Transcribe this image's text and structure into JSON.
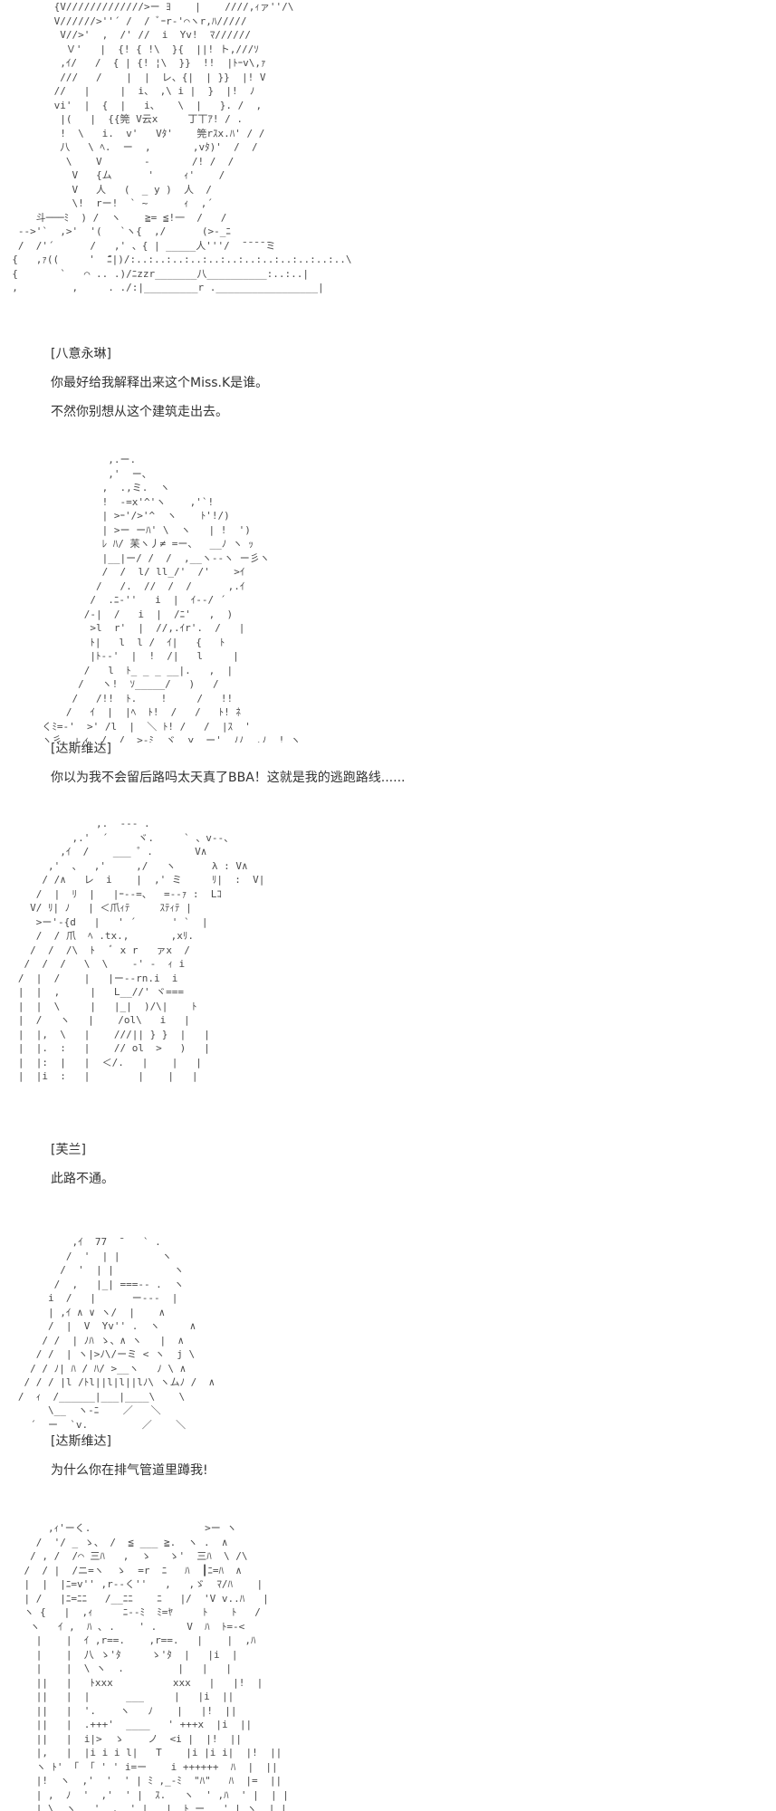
{
  "panels": [
    {
      "art_name": "ascii-art-yagokoro-eirin",
      "art": "         {V/////////////>ー ﾖ    |    ////,ｨァ''/\\\n         V//////>''´ /  / ﾞｰr-'⌒ヽr,ﾊ/////\n          V//>'  ,  /' //  i  Yv!  ﾏ//////\n           Ｖ'   |  {! { !\\  }{  ||! ト,///ｿ\n          ,ｲ/   /  { | {! ¦\\  }}  !!  |ﾄｰv\\,ｧ\n          ///   /    |  |  レ、{|  | }}  |! V\n         //   |     |  i、 ,\\ i |  }  |!  ﾉ\n         vi'  |  {  |   i、   \\  |   }. /  ,\n          |(   |  {{筦 V云x     丁丅ｱ! / .\n          !  \\   i.  v'   Vﾀ'    筦rｽx.ﾊ' / /\n          八   \\ ﾍ.  ー  ,       ,vﾀ)'  /  /\n           \\    V       -       /! /  /\n            V   {ム      '     ｨ'    /\n            V   人   (  _ y )  人  /\n            \\!  rー!  ` ~      ｨ  ,´\n      斗───ﾐ  ) /  ヽ    ≧= ≦!一  /   /\n   -‐>'`  ,>'  '(   `ヽ{  ,/      (>-_ﾆ\n   /  /'´      /   ,' 、{ | _____人'''/  ̄ ̄ ̄ ̄ ̄ミ\n  {   ,ｧ((     '  ̄ﾆ|)/:..:..:..:..:..:..:..:..:..:..:..:..\\\n  {       `   ⌒ .. .)/ﾆzzr_______八__________:..:..|\n  ,         ,     . ./:|_________r ._________________|",
      "speaker": "[八意永琳]",
      "lines": [
        "你最好给我解释出来这个Miss.K是谁。",
        "不然你别想从这个建筑走出去。"
      ]
    },
    {
      "art_name": "ascii-art-dasweida-1",
      "art": "                  ,.ー.\n                  ,'  ー、\n                 ,  .,ミ.  ヽ\n                 !  -=x'^'ヽ    ,'`!\n                 | >ｰ'/>'^  ヽ    ﾄ'!/)\n                 | >ー ーﾊ' \\  ヽ   | !  ')\n                 ﾚ ﾊ/ 苿ヽ丿≠ =ー、  __ﾉ ヽ ｯ\n                 |__|ー/ /  /  ,__ヽ--ヽ ー彡ヽ\n                 /  /  l/ ll_/'  /'    >ｲ\n                /   /.  //  /  /      ,.ｲ\n               /  .ﾆ-''   i  |  ｲ--/ ´\n              /-|  /   i  |  /ﾆ'   ,  )\n               >l  r'  |  //,.ｲr'.  /   |\n               ﾄ|   l  l /  ｲ|   {   ﾄ\n               |ﾄ--'  |  !  /|   l     |\n              /   l  ﾄ_ _ _ __|.   ,  |\n             /   ヽ!  ｿ_____/   )   /\n            /   /!!  ﾄ.    !     /   !!\n           /   ｲ  |  |ﾍ  ﾄ!  /   /   ﾄ! ﾈ\n       くﾐ=-'  >' /l  |  ＼ ﾄ! /   /  |ｽ  '\n       ヽ彡 ,」ｨ  /  /  >-ﾐ  ヾ  y  ー'  ﾉﾉ  ,ﾉ  ! ヽ",
      "speaker": "[达斯维达]",
      "lines": [
        "你以为我不会留后路吗太天真了BBA！这就是我的逃跑路线......"
      ]
    },
    {
      "art_name": "ascii-art-flandre",
      "art": "                ,.  --- .\n            ,.'  ´     ヾ.     ` 、v--、\n          ,ｲ  /    ___ ゜.       V∧\n        ,'  、  ,'     ,/   ヽ      λ : V∧\n       / /∧   レ  i    |  ,' ミ     ﾘ|  :  V|\n      /  |  ﾘ  |   |ｰ--=、  =--ｧ :  Lｺ\n     V/ ﾘ| ﾉ   | ＜爪ｨﾃ     ｽﾃｨﾃ |\n      >ー'-{d   |   ' ´      ' `  |\n      /  / 爪  ﾍ .tx.,       ,xﾘ.\n     /  /  /\\  ﾄ   ﾞ x r   ァx  /\n    /  /  /   \\  \\    -' -  ｨ i\n   /  |  /    |   |ー--rn.i  i\n   |  |  ,     |   L__//' ヾ===\n   |  |  \\     |   |_|  )/\\|    ﾄ\n   |  /   ヽ   |    /ol\\   i   |\n   |  |,  \\   |    ///|| } }  |   |\n   |  |.  :   |    // ol  >   )   |\n   |  |:  |   |  ＜/.   |    |   |\n   |  |i  :   |        |    |   |",
      "speaker": "[芙兰]",
      "lines": [
        "此路不通。"
      ]
    },
    {
      "art_name": "ascii-art-dasweida-2",
      "art": "            ,ｲ  77  ̄    ` .\n           /  '  | |       ヽ\n          /  '  | |          ヽ\n         /  ,   |_| ===-- .  ヽ\n        i  /   |      ー---  |\n        | ,ｲ ∧ ∨ ヽ/  |    ∧\n        /  |  V  Yv'' .  ヽ     ∧\n       / /  | ﾉﾊ ゝ、∧ ヽ   |  ∧\n      / /  | ヽ|>ﾉ\\/ーミ < ヽ  j \\\n     / / ﾉ| ﾊ / ﾊ/ >__ヽ   ﾉ \\ ∧\n    / / / |l /ﾄl||l|l||lﾉ\\ ヽムﾉ /  ∧\n   /  ｨ  /______|___|____\\    \\\n        \\__  ヽ-ﾆ    ／   ＼\n     ´  ー  `v.         ／    ＼",
      "speaker": "[达斯维达]",
      "lines": [
        "为什么你在排气管道里蹲我!"
      ]
    },
    {
      "art_name": "ascii-art-last",
      "art": "        ,ｨ'ーく.                   >ー ヽ\n      /  '/ _ ゝ、 /  ≦ ___ ≧.  ヽ .  ∧\n     / , /  /⌒ 三ﾊ   ,  ゝ   ゝ'  三ﾊ  \\ /\\\n    /  / |  /ニ=ヽ  ゝ  =r  ﾆ   ﾊ  ┃ﾆ=ﾊ  ∧\n    |  |  |ﾆ=v'' ,r--く''   ,   ,ゞ  ﾏ/ﾊ    |\n    | /   |ﾆ=ﾆﾆ   /__ﾆﾆ    ﾆ   |/  'V v..ﾊ   |\n    ヽ {   |  ,ｨ     ﾆ--ﾐ  ﾐ=ﾔ     ﾄ    ﾄ   /\n     ヽ   ｲ ,  ﾊ ､ .    ' .     V  ﾊ  ﾄ=-<\n      |    |  ｲ ,r==.    ,r==.   |    |  ,ﾊ\n      |    |  八 ゝ'ﾀ     ゝ'ﾀ  |   |i  |\n      |    |  \\ ヽ  .         |   |   |\n      ||   |   ﾄxxx          xxx   |   |!  |\n      ||   |  |      ___     |   |i  ||\n      ||   |  '.    ヽ   ﾉ    |   |!  ||\n      ||   |  .+++'  ____   ' +++x  |i  ||\n      ||   |  i|>  ゝ    ノ  <i |  |!  ||\n      |,   |  |i i i l|   T    |i |i i|  |!  ||\n      ヽ ﾄ' 「 「 ' ' i=ー    i ++++++  ﾊ  |  ||\n      |!  ヽ  ,'  '  ' | ﾐ ,_-ﾐ  \"ﾊ\"   ﾊ  |=  ||\n      | ,  ﾉ  '  ,'  ' |  ｽ.   ヽ  ' ,ﾊ  ' |  | |\n      | \\  ヽ   '  ,  ' |   |  ﾄ ー   ' | ヽ  | |"
    }
  ]
}
